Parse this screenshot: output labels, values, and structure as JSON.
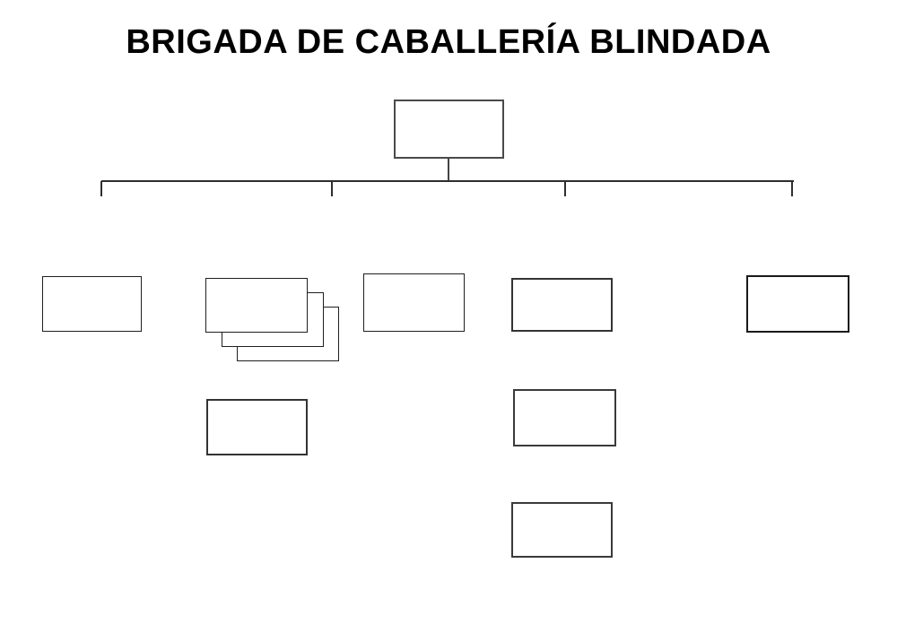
{
  "title": {
    "text": "BRIGADA DE CABALLERÍA BLINDADA",
    "color": "#000000"
  },
  "diagram": {
    "type": "org-chart",
    "background": "#ffffff",
    "line_color": "#2e2e2e",
    "box_border_color": "#1f1f1f",
    "root_border_color": "#4a4a4a",
    "nodes": {
      "root": {
        "label": "",
        "role": "brigade-headquarters"
      },
      "unit1": {
        "label": ""
      },
      "unit2_stack": {
        "label": "",
        "stack_count": 3
      },
      "unit3": {
        "label": ""
      },
      "unit4": {
        "label": ""
      },
      "unit5": {
        "label": ""
      },
      "sub1": {
        "label": ""
      },
      "sub2": {
        "label": ""
      },
      "sub3": {
        "label": ""
      }
    },
    "connector": {
      "rail_drop_ticks": 4,
      "stem_from": "root"
    }
  }
}
